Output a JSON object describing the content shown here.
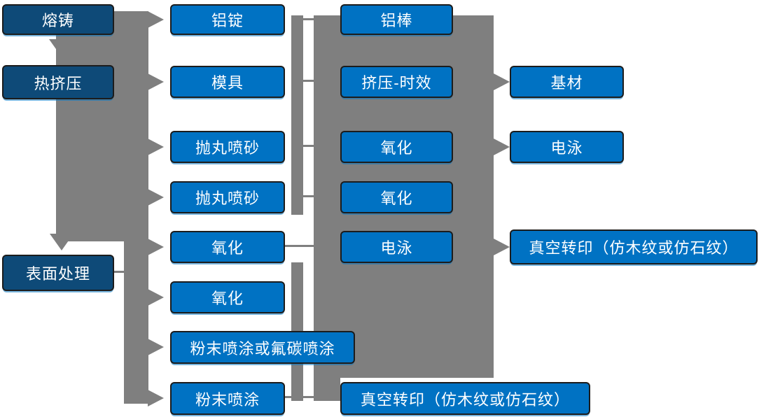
{
  "diagram": {
    "description": "aluminum-profile-process-flowchart",
    "colors": {
      "stage_box": "#0e4a78",
      "process_box": "#0072c3",
      "connector": "#7f7f7f",
      "text": "#ffffff"
    },
    "nodes": [
      {
        "id": "melting-casting",
        "label": "熔铸",
        "type": "stage"
      },
      {
        "id": "hot-extrusion",
        "label": "热挤压",
        "type": "stage"
      },
      {
        "id": "surface-treatment",
        "label": "表面处理",
        "type": "stage"
      },
      {
        "id": "aluminum-ingot",
        "label": "铝锭",
        "type": "process"
      },
      {
        "id": "mold",
        "label": "模具",
        "type": "process"
      },
      {
        "id": "shot-blasting-1",
        "label": "抛丸喷砂",
        "type": "process"
      },
      {
        "id": "shot-blasting-2",
        "label": "抛丸喷砂",
        "type": "process"
      },
      {
        "id": "oxidation-1",
        "label": "氧化",
        "type": "process"
      },
      {
        "id": "oxidation-2",
        "label": "氧化",
        "type": "process"
      },
      {
        "id": "powder-or-fluorocarbon-coating",
        "label": "粉末喷涂或氟碳喷涂",
        "type": "process"
      },
      {
        "id": "powder-coating",
        "label": "粉末喷涂",
        "type": "process"
      },
      {
        "id": "aluminum-rod",
        "label": "铝棒",
        "type": "process"
      },
      {
        "id": "extrusion-aging",
        "label": "挤压-时效",
        "type": "process"
      },
      {
        "id": "oxidation-3",
        "label": "氧化",
        "type": "process"
      },
      {
        "id": "oxidation-4",
        "label": "氧化",
        "type": "process"
      },
      {
        "id": "electrophoresis-1",
        "label": "电泳",
        "type": "process"
      },
      {
        "id": "vacuum-transfer-print-1",
        "label": "真空转印（仿木纹或仿石纹）",
        "type": "process"
      },
      {
        "id": "base-material",
        "label": "基材",
        "type": "process"
      },
      {
        "id": "electrophoresis-2",
        "label": "电泳",
        "type": "process"
      },
      {
        "id": "vacuum-transfer-print-2",
        "label": "真空转印（仿木纹或仿石纹）",
        "type": "process"
      }
    ]
  }
}
